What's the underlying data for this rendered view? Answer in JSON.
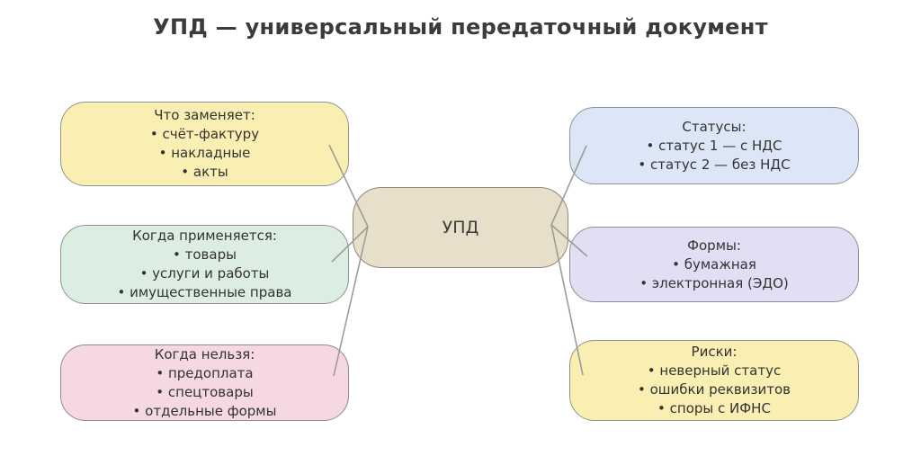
{
  "title": "УПД — универсальный передаточный документ",
  "bullet": "•",
  "center": {
    "label": "УПД",
    "fill": "#e8dfcb",
    "border": "#8b887c"
  },
  "nodes": [
    {
      "id": "what-replaces",
      "heading": "Что заменяет:",
      "items": [
        "счёт-фактуру",
        "накладные",
        "акты"
      ],
      "fill": "#f9efb2",
      "border": "#92948c"
    },
    {
      "id": "when-applied",
      "heading": "Когда применяется:",
      "items": [
        "товары",
        "услуги и работы",
        "имущественные права"
      ],
      "fill": "#dceee2",
      "border": "#8f9490"
    },
    {
      "id": "when-forbidden",
      "heading": "Когда нельзя:",
      "items": [
        "предоплата",
        "спецтовары",
        "отдельные формы"
      ],
      "fill": "#f6d8e4",
      "border": "#93898f"
    },
    {
      "id": "statuses",
      "heading": "Статусы:",
      "items": [
        "статус 1 — с НДС",
        "статус 2 — без НДС"
      ],
      "fill": "#dce6f6",
      "border": "#8d939c"
    },
    {
      "id": "forms",
      "heading": "Формы:",
      "items": [
        "бумажная",
        "электронная (ЭДО)"
      ],
      "fill": "#e3def3",
      "border": "#908c9a"
    },
    {
      "id": "risks",
      "heading": "Риски:",
      "items": [
        "неверный статус",
        "ошибки реквизитов",
        "споры с ИФНС"
      ],
      "fill": "#f9efb2",
      "border": "#92948c"
    }
  ],
  "connector_color": "#9b9e97"
}
